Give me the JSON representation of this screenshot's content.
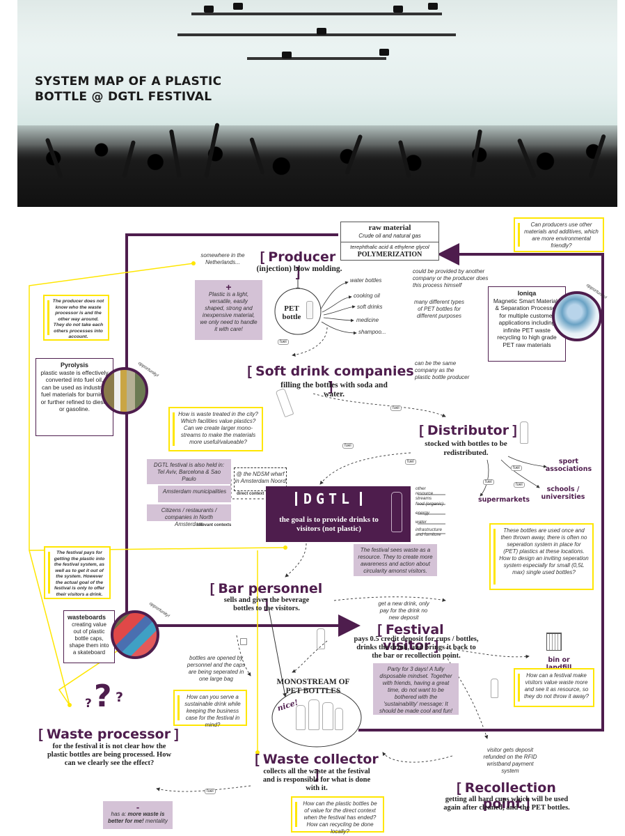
{
  "title_line1": "SYSTEM MAP OF A PLASTIC",
  "title_line2": "BOTTLE @ DGTL FESTIVAL",
  "raw_material": {
    "title": "raw material",
    "sub": "Crude oil and natural gas",
    "chem": "terephthalic acid & ethylene glycol",
    "process": "POLYMERIZATION"
  },
  "notes": {
    "netherlands": "somewhere in the Netherlands...",
    "another_company": "could be provided by another company or the producer does this process himself",
    "many_types": "many different types of PET bottles for different purposes",
    "same_company": "can be the same company as the plastic bottle producer",
    "opened_by": "bottles are opened by personnel and the caps are being seperated in one large bag",
    "get_new_drink": "get a new drink, only pay for the drink no new deposit",
    "deposit_refund": "visitor gets deposit refunded on the RFID wristband payment system",
    "ndsm": "@ the NDSM wharf in Amsterdam Noord",
    "direct_context": "direct context",
    "relevant_contexts": "relevant contexts",
    "opportunity": "opportunity!",
    "fuel": "fuel",
    "nice": "nice!"
  },
  "producer": {
    "label": "Producer",
    "sub": "(injection) blow molding.",
    "pet": "PET bottle",
    "uses": [
      "water bottles",
      "cooking oil",
      "soft drinks",
      "medicine",
      "shampoo..."
    ]
  },
  "plus_box": {
    "symbol": "+",
    "text": "Plastic is a light, versatile, easily shaped, strong and inexpensive material, we only need to handle it with care!"
  },
  "soft_drink": {
    "label": "Soft drink companies",
    "sub": "filling the bottles with soda and water."
  },
  "distributor": {
    "label": "Distributor",
    "sub": "stocked with bottles to be redistributed.",
    "outlets": [
      "sport associations",
      "schools / universities",
      "supermarkets"
    ]
  },
  "dgtl": {
    "logo": "DGTL",
    "goal": "the goal is to provide drinks to visitors (not plastic)",
    "streams": [
      "other resource streams",
      "food (organic)",
      "energy",
      "water",
      "infrastructure and furniture"
    ]
  },
  "bar": {
    "label": "Bar personnel",
    "sub": "sells and gives the beverage bottles to the visitors."
  },
  "visitor": {
    "label": "Festival visitor",
    "sub": "pays 0.5 credit deposit for cups / bottles, drinks the drink, and brings it back to the bar or recollection point."
  },
  "bin": "bin or landfill",
  "monostream": "MONOSTREAM OF PET BOTTLES",
  "waste_processor": {
    "label": "Waste processor",
    "sub": "for the festival it is not clear how the plastic bottles are being processed. How can we clearly see the effect?"
  },
  "waste_collector": {
    "label": "Waste collector",
    "sub": "collects all the waste at the festival and is responsible for what is done with it."
  },
  "recollection": {
    "label": "Recollection point",
    "sub": "getting all hard cups which will be used again after cleaned, and the PET bottles."
  },
  "minus_box": {
    "symbol": "-",
    "text_a": "has a: ",
    "text_b": "more waste is better for me!",
    "text_c": " mentality"
  },
  "yellow": {
    "producers_other": "Can producers use other materials and additives, which are more environmental friendly?",
    "no_knowledge": "The producer does not know who the waste processor is and the other way around. They do not take each others processes into account.",
    "city": "How is waste treated in the city? Which facilities value plastics? Can we create larger mono-streams to make the materials more useful/valueable?",
    "festival_pays": "The festival pays for getting the plastic into the festival system, as well as to get it out of the system. However the actual goal of the festival is only to offer their visitors a drink.",
    "single_used": "These bottles are used once and then thrown away, there is often no seperation system in place for (PET) plastics at these locations. How to design an inviting seperation system especially for small (0,5L max) single used bottles?",
    "sustainable_drink": "How can you serve a sustainable drink while keeping the business case for the festival in mind?",
    "value_waste": "How can a festival make visitors value waste more and see it as resource, so they do not throw it away?",
    "direct_context_q": "How can the plastic bottles be of value for the direct context when the festival has ended? How can recycling be done locally?"
  },
  "purple_notes": {
    "dgtl_held": "DGTL festival is also held in: Tel Aviv, Barcelona & Sao Paulo",
    "amsterdam": "Amsterdam municipalities",
    "citizens": "Citizens / restaurants / companies in North Amsterdam",
    "resource": "The festival sees waste as a resource. They to create more awareness and action about circularity amonst visitors.",
    "party": "Party for 3 days! A fully disposable mindset. Together with friends, having a great time, do not want to be bothered with the 'sustainability' message: It should be made cool and fun!"
  },
  "opportunities": {
    "ioniqa_title": "Ioniqa",
    "ioniqa_text": "Magnetic Smart Materials & Separation Processes for multiple customer applications including infinite PET waste recycling to high grade PET raw materials",
    "pyrolysis_title": "Pyrolysis",
    "pyrolysis_text": "plastic waste is effectively converted into fuel oil, can be used as industrial fuel materials for burning, or further refined to diesel or gasoline.",
    "wasteboards_title": "wasteboards",
    "wasteboards_text": "creating value out of plastic bottle caps, shape them into a skateboard"
  },
  "colors": {
    "purple": "#4e1d4d",
    "yellow": "#ffe600",
    "lilac": "#d4c2d6"
  }
}
